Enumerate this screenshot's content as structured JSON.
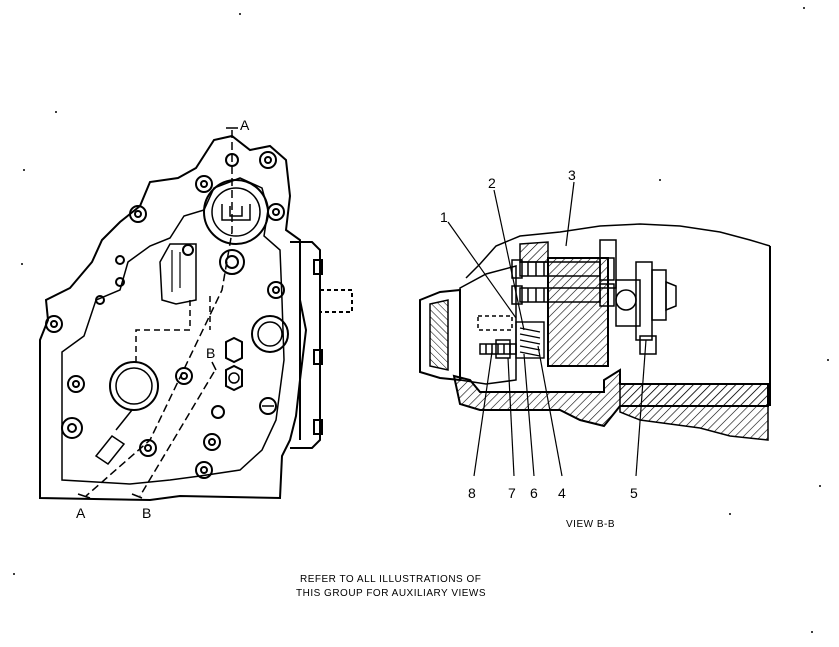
{
  "section_labels": {
    "a_top": "A",
    "a_bottom": "A",
    "b_top": "B",
    "b_bottom": "B"
  },
  "callouts": [
    "1",
    "2",
    "3",
    "4",
    "5",
    "6",
    "7",
    "8"
  ],
  "view_caption": "VIEW B-B",
  "footer": {
    "line1": "REFER TO ALL ILLUSTRATIONS OF",
    "line2": "THIS GROUP FOR AUXILIARY VIEWS"
  }
}
